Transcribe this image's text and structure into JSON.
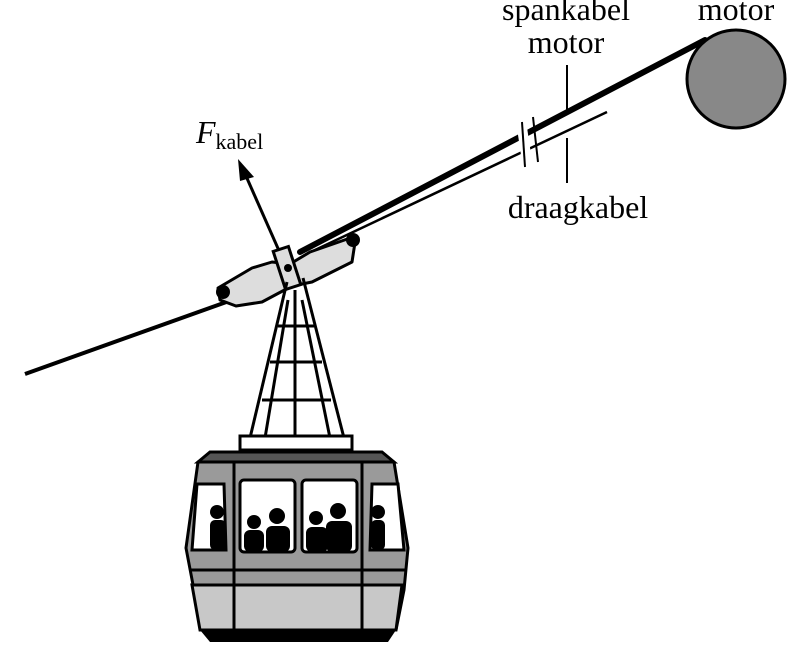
{
  "labels": {
    "motor_top": "motor",
    "spankabel": "spankabel",
    "motor_mid": "motor",
    "draagkabel": "draagkabel",
    "force_symbol": "F",
    "force_subscript": "kabel"
  },
  "colors": {
    "ink": "#000000",
    "motor_fill": "#888888",
    "gondola_body": "#9a9a9a",
    "gondola_light": "#c8c8c8",
    "gondola_dark": "#555555",
    "clamp_fill": "#dddddd",
    "window_fill": "#ffffff",
    "floor": "#000000"
  },
  "icons": {
    "motor": "motor-pulley-icon",
    "gondola": "cable-car-gondola-icon",
    "passengers": "passenger-silhouette-icon"
  }
}
